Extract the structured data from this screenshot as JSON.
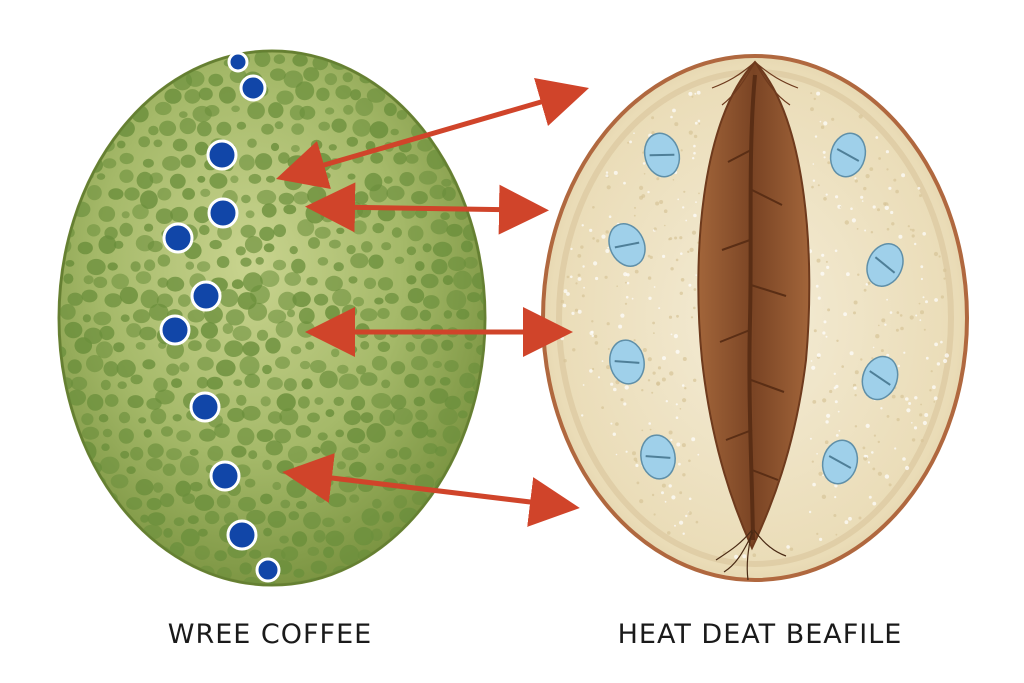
{
  "labels": {
    "left": "WREE COFFEE",
    "right": "HEAT DEAT BEAFILE"
  },
  "colors": {
    "green_bean": "#8aa84f",
    "green_spots": "#6b8f3c",
    "blue_dots": "#1146a8",
    "cross_section_fill": "#efe3c3",
    "cross_section_rim": "#b0683f",
    "center_cut": "#8a4e2a",
    "oil_cells": "#9fd0ea",
    "arrows": "#d0442a"
  },
  "icons": [
    "double-arrow-icon",
    "blue-dot-marker",
    "oil-cell-icon"
  ]
}
